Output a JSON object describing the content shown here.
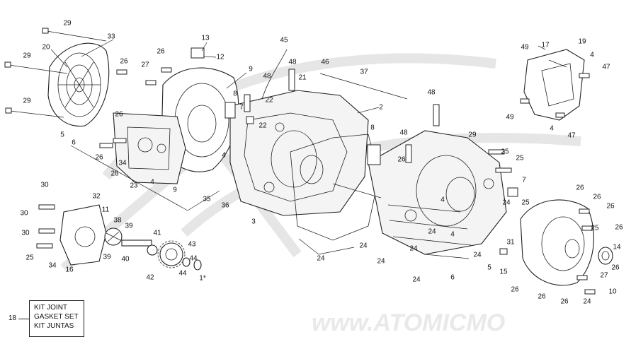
{
  "watermark": {
    "text": "www.ATOMICMO"
  },
  "kit_box": {
    "lines": [
      "KIT JOINT",
      "GASKET SET",
      "KIT JUNTAS"
    ],
    "ref": "18"
  },
  "callouts": [
    {
      "n": "29"
    },
    {
      "n": "33"
    },
    {
      "n": "20"
    },
    {
      "n": "29"
    },
    {
      "n": "29"
    },
    {
      "n": "26"
    },
    {
      "n": "26"
    },
    {
      "n": "27"
    },
    {
      "n": "13"
    },
    {
      "n": "12"
    },
    {
      "n": "45"
    },
    {
      "n": "9"
    },
    {
      "n": "48"
    },
    {
      "n": "48"
    },
    {
      "n": "46"
    },
    {
      "n": "21"
    },
    {
      "n": "37"
    },
    {
      "n": "22"
    },
    {
      "n": "8"
    },
    {
      "n": "7"
    },
    {
      "n": "22"
    },
    {
      "n": "2"
    },
    {
      "n": "49"
    },
    {
      "n": "17"
    },
    {
      "n": "19"
    },
    {
      "n": "4"
    },
    {
      "n": "47"
    },
    {
      "n": "49"
    },
    {
      "n": "4"
    },
    {
      "n": "47"
    },
    {
      "n": "48"
    },
    {
      "n": "5"
    },
    {
      "n": "6"
    },
    {
      "n": "26"
    },
    {
      "n": "26"
    },
    {
      "n": "28"
    },
    {
      "n": "34"
    },
    {
      "n": "23"
    },
    {
      "n": "4"
    },
    {
      "n": "9"
    },
    {
      "n": "4"
    },
    {
      "n": "8"
    },
    {
      "n": "48"
    },
    {
      "n": "26"
    },
    {
      "n": "29"
    },
    {
      "n": "25"
    },
    {
      "n": "25"
    },
    {
      "n": "7"
    },
    {
      "n": "25"
    },
    {
      "n": "24"
    },
    {
      "n": "30"
    },
    {
      "n": "32"
    },
    {
      "n": "30"
    },
    {
      "n": "11"
    },
    {
      "n": "35"
    },
    {
      "n": "36"
    },
    {
      "n": "3"
    },
    {
      "n": "4"
    },
    {
      "n": "38"
    },
    {
      "n": "39"
    },
    {
      "n": "30"
    },
    {
      "n": "41"
    },
    {
      "n": "39"
    },
    {
      "n": "40"
    },
    {
      "n": "25"
    },
    {
      "n": "34"
    },
    {
      "n": "16"
    },
    {
      "n": "42"
    },
    {
      "n": "43"
    },
    {
      "n": "44"
    },
    {
      "n": "44"
    },
    {
      "n": "1*"
    },
    {
      "n": "24"
    },
    {
      "n": "24"
    },
    {
      "n": "24"
    },
    {
      "n": "24"
    },
    {
      "n": "24"
    },
    {
      "n": "4"
    },
    {
      "n": "24"
    },
    {
      "n": "24"
    },
    {
      "n": "6"
    },
    {
      "n": "5"
    },
    {
      "n": "15"
    },
    {
      "n": "26"
    },
    {
      "n": "26"
    },
    {
      "n": "26"
    },
    {
      "n": "26"
    },
    {
      "n": "25"
    },
    {
      "n": "31"
    },
    {
      "n": "14"
    },
    {
      "n": "26"
    },
    {
      "n": "27"
    },
    {
      "n": "10"
    },
    {
      "n": "26"
    },
    {
      "n": "26"
    },
    {
      "n": "26"
    },
    {
      "n": "24"
    }
  ]
}
